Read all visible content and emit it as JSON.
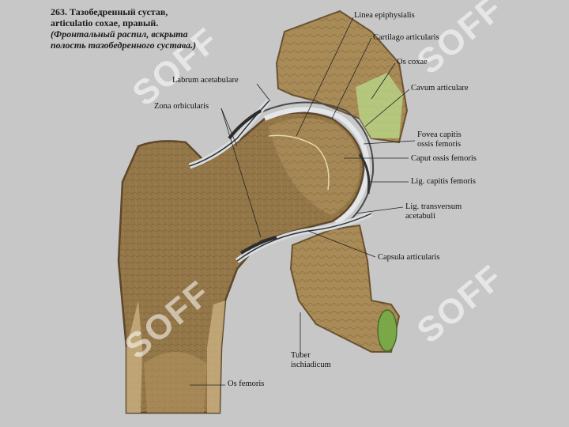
{
  "caption": {
    "line1": "263. Тазобедренный сустав,",
    "line2": "articulatio coxae, правый.",
    "line3": "(Фронтальный распил, вскрыта",
    "line4": "полость тазобедренного сустава.)"
  },
  "labels": {
    "linea_epiphysialis": "Linea epiphysialis",
    "cartilago_articularis": "Cartilago articularis",
    "os_coxae": "Os coxae",
    "labrum_acetabulare": "Labrum acetabulare",
    "cavum_articulare": "Cavum articulare",
    "zona_orbicularis": "Zona orbicularis",
    "fovea_capitis_1": "Fovea capitis",
    "fovea_capitis_2": "ossis femoris",
    "caput_ossis_femoris": "Caput ossis femoris",
    "lig_capitis_femoris": "Lig. capitis femoris",
    "lig_transversum_1": "Lig. transversum",
    "lig_transversum_2": "acetabuli",
    "capsula_articularis": "Capsula articularis",
    "tuber_1": "Tuber",
    "tuber_2": "ischiadicum",
    "os_femoris": "Os femoris"
  },
  "watermark": "SOFF",
  "colors": {
    "background": "#c7c7c7",
    "bone": "#8a6f43",
    "bone_light": "#b89a66",
    "cortex": "#6b5230",
    "cartilage": "#d9dde0",
    "capsule": "#3a3a3a",
    "watermark_green": "#8fe0a8"
  }
}
